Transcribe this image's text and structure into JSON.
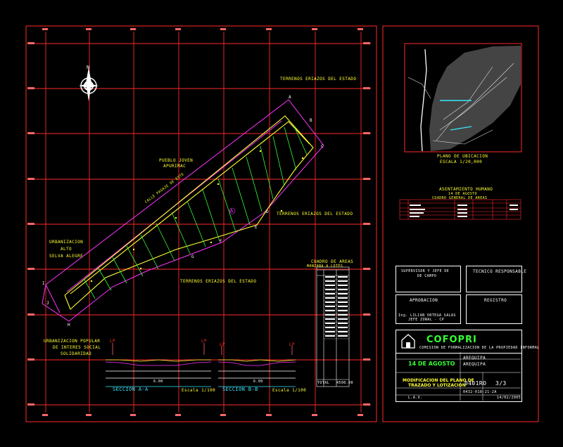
{
  "map_labels": {
    "terrenos_top": "TERRENOS ERIAZOS DEL ESTADO",
    "terrenos_mid": "TERRENOS ERIAZOS DEL ESTADO",
    "terrenos_bottom": "TERRENOS ERIAZOS DEL ESTADO",
    "pueblo_joven_1": "PUEBLO JOVEN",
    "pueblo_joven_2": "APURIMAC",
    "urbanizacion_1": "URBANIZACION",
    "urbanizacion_2": "ALTO",
    "urbanizacion_3": "SELVA ALEGRE",
    "urb_popular_1": "URBANIZACION POPULAR",
    "urb_popular_2": "DE INTERES SOCIAL",
    "urb_popular_3": "SOLIDARIDAD",
    "calle": "CALLE PASAJE DE ESTE",
    "north": "N",
    "vertex_a": "A",
    "vertex_b": "B",
    "vertex_c": "C",
    "vertex_d": "D",
    "vertex_e": "E",
    "vertex_f": "F",
    "vertex_g": "G",
    "vertex_h": "H",
    "vertex_i": "I",
    "vertex_j": "J",
    "lote_a": "A"
  },
  "sections": {
    "a_title": "SECCION A-A",
    "a_scale": "Escala 1/100",
    "b_title": "SECCION B-B",
    "b_scale": "Escala 1/100",
    "lp": "LP",
    "total_a": "6.00",
    "total_b": "6.00"
  },
  "areas_table": {
    "title_1": "CUADRO DE AREAS",
    "title_2": "MANZANA A LOTES",
    "total": "TOTAL",
    "total_value": "4500.00"
  },
  "location": {
    "caption_1": "PLANO DE UBICACION",
    "caption_2": "ESCALA 1/20,000"
  },
  "summary": {
    "title_1": "ASENTAMIENTO HUMANO",
    "title_2": "14 DE AGOSTO",
    "title_3": "CUADRO GENERAL DE AREAS"
  },
  "signatures": {
    "supervisor_1": "SUPERVISOR Y JEFE DE",
    "supervisor_2": "DE CAMPO",
    "tecnico": "TECNICO RESPONSABLE",
    "aprobacion": "APROBACION",
    "aprob_name_1": "Ing. LILIAN ORTEGA SALAS",
    "aprob_name_2": "JEFE ZONAL - CP",
    "registro": "REGISTRO"
  },
  "titleblock": {
    "org": "COFOPRI",
    "org_sub": "COMISION DE FORMALIZACION DE LA PROPIEDAD INFORMAL",
    "asentamiento": "14 DE AGOSTO",
    "distrito": "AREQUIPA",
    "provincia": "AREQUIPA",
    "plano_1": "MODIFICACION DEL PLANO DE",
    "plano_2": "TRAZADO Y LOTIZACION",
    "codigo": "0401RO",
    "lamina": "3/3",
    "expediente": "0432-018-21-2A",
    "ref": "L.A.V.",
    "fecha": "14/02/2005"
  },
  "colors": {
    "background": "#000000",
    "frame": "#ff2a2a",
    "grid": "#ff2a2a",
    "boundary": "#ff33ff",
    "lot_lines": "#ffff33",
    "lot_dividers": "#33ff33",
    "text": "#ffffff",
    "accent": "#33ff33"
  }
}
